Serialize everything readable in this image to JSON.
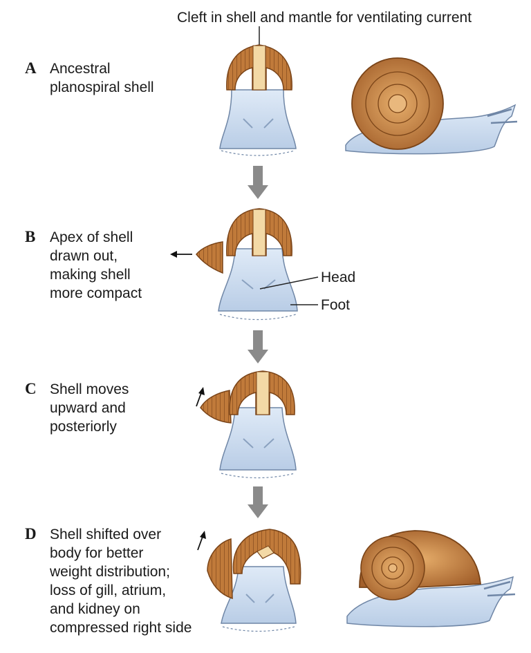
{
  "top_label": "Cleft in shell and mantle for ventilating current",
  "steps": [
    {
      "letter": "A",
      "lines": [
        "Ancestral",
        "planospiral shell"
      ]
    },
    {
      "letter": "B",
      "lines": [
        "Apex of shell",
        "drawn out,",
        "making shell",
        "more compact"
      ]
    },
    {
      "letter": "C",
      "lines": [
        "Shell moves",
        "upward and",
        "posteriorly"
      ]
    },
    {
      "letter": "D",
      "lines": [
        "Shell shifted over",
        "body for better",
        "weight distribution;",
        "loss of gill, atrium,",
        "and kidney on",
        "compressed right side"
      ]
    }
  ],
  "part_labels": {
    "head": "Head",
    "foot": "Foot"
  },
  "colors": {
    "shell": "#c07a3a",
    "shell_dark": "#7a4418",
    "shell_light": "#e8b67e",
    "cleft": "#f3d9a6",
    "body": "#cfe0f2",
    "body_shadow": "#9fb6d3",
    "body_outline": "#6f86a6",
    "flow_arrow": "#8a8a8a"
  },
  "icons": [
    "flow-arrow-down-icon",
    "arrow-left-icon",
    "arrow-up-right-icon"
  ]
}
